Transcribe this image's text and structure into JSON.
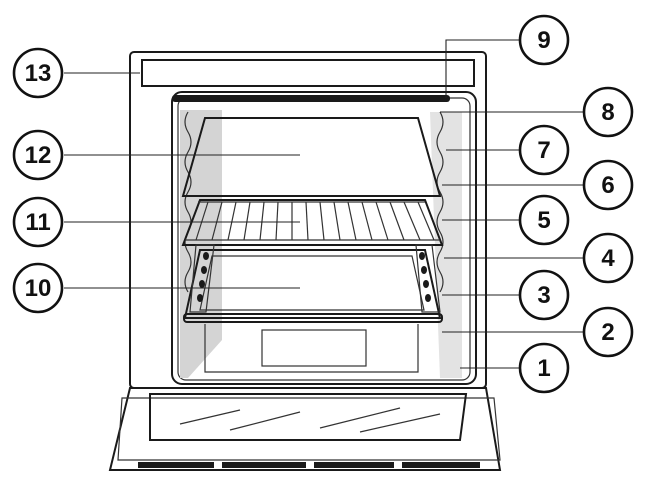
{
  "colors": {
    "outline": "#1a1a1a",
    "tray": "#8c8c8c",
    "shade": "#d4d4d4",
    "glass": "#e6e6e6",
    "background": "#ffffff"
  },
  "callouts": [
    {
      "id": "1",
      "label": "1"
    },
    {
      "id": "2",
      "label": "2"
    },
    {
      "id": "3",
      "label": "3"
    },
    {
      "id": "4",
      "label": "4"
    },
    {
      "id": "5",
      "label": "5"
    },
    {
      "id": "6",
      "label": "6"
    },
    {
      "id": "7",
      "label": "7"
    },
    {
      "id": "8",
      "label": "8"
    },
    {
      "id": "9",
      "label": "9"
    },
    {
      "id": "10",
      "label": "10"
    },
    {
      "id": "11",
      "label": "11"
    },
    {
      "id": "12",
      "label": "12"
    },
    {
      "id": "13",
      "label": "13"
    }
  ]
}
